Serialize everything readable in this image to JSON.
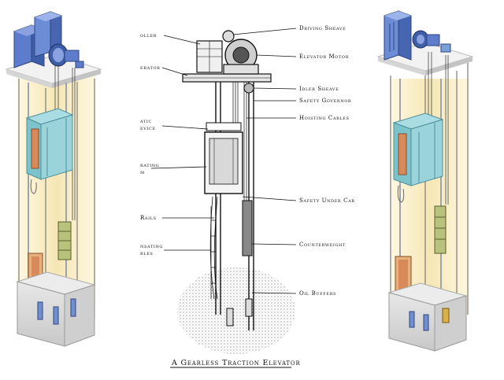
{
  "diagram": {
    "title": "A Gearless Traction Elevator",
    "right_labels": [
      "Driving Sheave",
      "Elevator Motor",
      "Idler Sheave",
      "Safety Governor",
      "Hoisting Cables",
      "Safety Under Car",
      "Counterweight",
      "Oil Buffers"
    ],
    "left_labels_partial": [
      "oller",
      "erator",
      "atic",
      "evice",
      "rating",
      "m",
      "Rails",
      "nsating",
      "bles"
    ]
  },
  "colors": {
    "hoist_blue": "#6f8fcf",
    "car_teal": "#7cc3cc",
    "door_orange": "#d98a5a",
    "shaft_glow": "#f6e6b8",
    "pit_grey": "#d9d9d9",
    "ink": "#111111"
  }
}
